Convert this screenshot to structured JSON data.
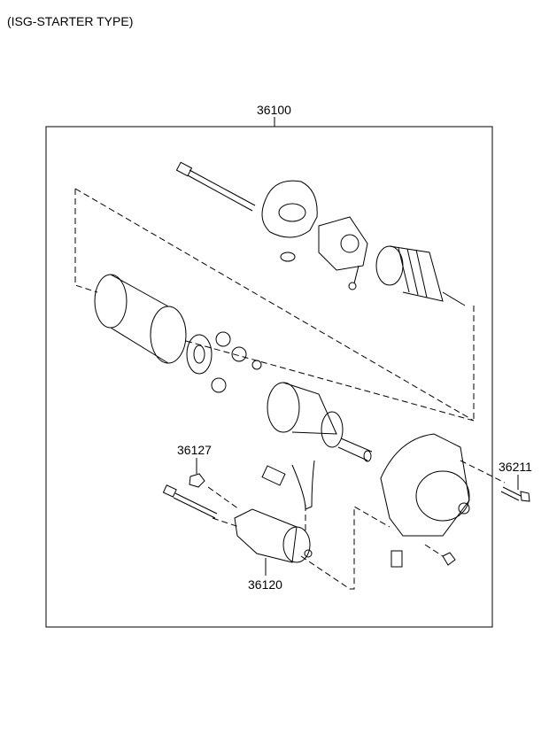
{
  "title": "(ISG-STARTER TYPE)",
  "callouts": {
    "assembly": "36100",
    "nut": "36127",
    "bolt": "36211",
    "solenoid": "36120"
  }
}
